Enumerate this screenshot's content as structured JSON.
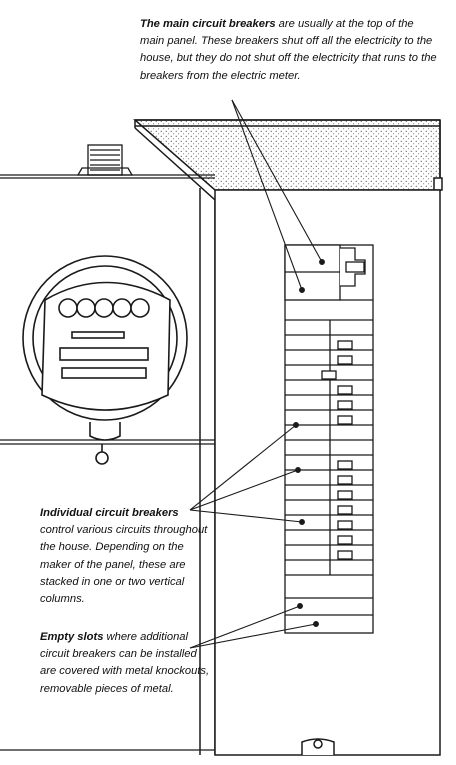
{
  "captions": {
    "main": {
      "title": "The main circuit breakers",
      "body": "are usually at the top of the main panel. These breakers shut off all the electricity to the house, but they do not shut off the electricity that runs to the breakers from the electric meter."
    },
    "individual": {
      "title": "Individual circuit breakers",
      "body": "control various circuits throughout the house. Depending on the maker of the panel, these are stacked in one or two vertical columns."
    },
    "empty": {
      "title": "Empty slots",
      "body": "where additional circuit breakers can be installed are covered with metal knockouts, removable pieces of metal."
    }
  },
  "colors": {
    "ink": "#1a1a1a",
    "background": "#ffffff"
  },
  "icons": [
    "electric-meter",
    "breaker-panel",
    "main-breaker-switch",
    "breaker-toggle"
  ]
}
